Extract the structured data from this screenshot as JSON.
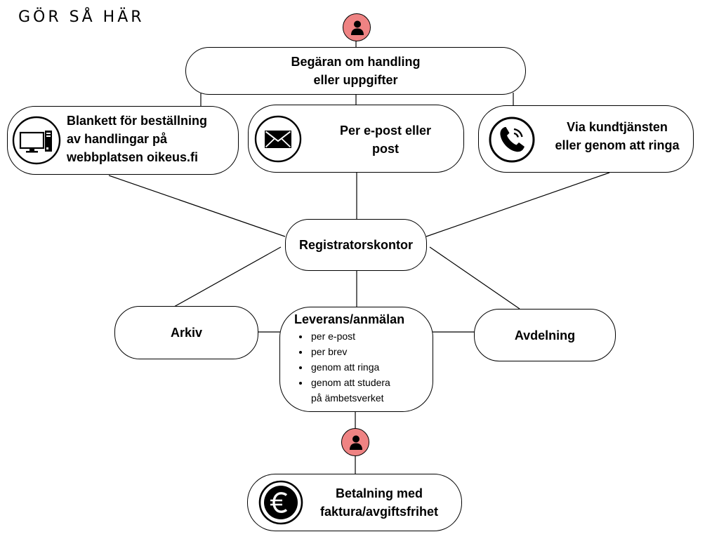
{
  "title": "GÖR SÅ HÄR",
  "request": {
    "line1": "Begäran om handling",
    "line2": "eller uppgifter"
  },
  "channels": [
    {
      "icon": "computer-icon",
      "lines": [
        "Blankett för beställning",
        "av handlingar på",
        "webbplatsen oikeus.fi"
      ]
    },
    {
      "icon": "envelope-icon",
      "lines": [
        "Per e-post eller",
        "post"
      ]
    },
    {
      "icon": "phone-icon",
      "lines": [
        "Via kundtjänsten",
        "eller genom att ringa"
      ]
    }
  ],
  "registry": {
    "label": "Registratorskontor"
  },
  "archive": {
    "label": "Arkiv"
  },
  "department": {
    "label": "Avdelning"
  },
  "delivery": {
    "heading": "Leverans/anmälan",
    "items": [
      "per e-post",
      "per brev",
      "genom att ringa",
      "genom att studera",
      "på ämbetsverket"
    ]
  },
  "payment": {
    "icon": "euro-icon",
    "line1": "Betalning med",
    "line2": "faktura/avgiftsfrihet"
  },
  "colors": {
    "badge": "#ef8383",
    "stroke": "#000000"
  }
}
